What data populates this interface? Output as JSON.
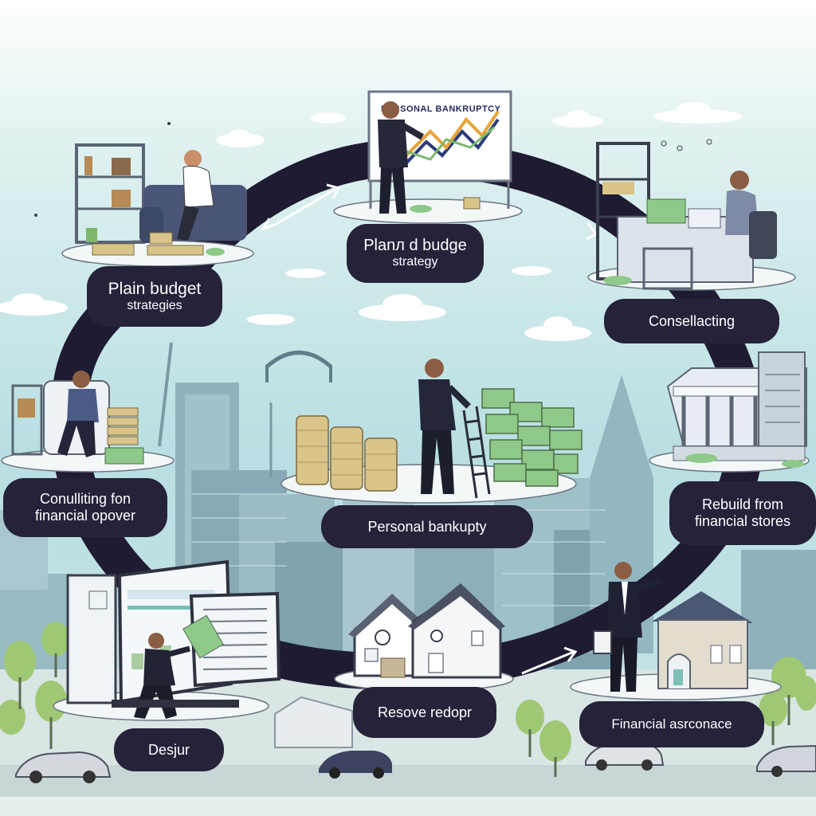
{
  "steps": [
    {
      "id": "plain-budget",
      "lines": [
        "Plain budget",
        "strategies"
      ]
    },
    {
      "id": "planned-budget",
      "lines": [
        "Planл d budge",
        "strategy"
      ]
    },
    {
      "id": "consellacting",
      "lines": [
        "Consellacting"
      ]
    },
    {
      "id": "consulting",
      "lines": [
        "Conulliting fon",
        "financial opover"
      ]
    },
    {
      "id": "bankruptcy",
      "lines": [
        "Personal bankupty"
      ]
    },
    {
      "id": "rebuild",
      "lines": [
        "Rebuild from",
        "financial stores"
      ]
    },
    {
      "id": "desjur",
      "lines": [
        "Desjur"
      ]
    },
    {
      "id": "resove",
      "lines": [
        "Resove redopr"
      ]
    },
    {
      "id": "assurance",
      "lines": [
        "Financial asrconace"
      ]
    }
  ],
  "board": {
    "heading": "PERSONAL BANKRUPTCY"
  },
  "colors": {
    "sky": "#bfe3e4",
    "ring": "#1e1b33",
    "label_bg": "#25223a",
    "label_text": "#ffffff",
    "money": "#8fc98a",
    "coin": "#d9c58a"
  }
}
